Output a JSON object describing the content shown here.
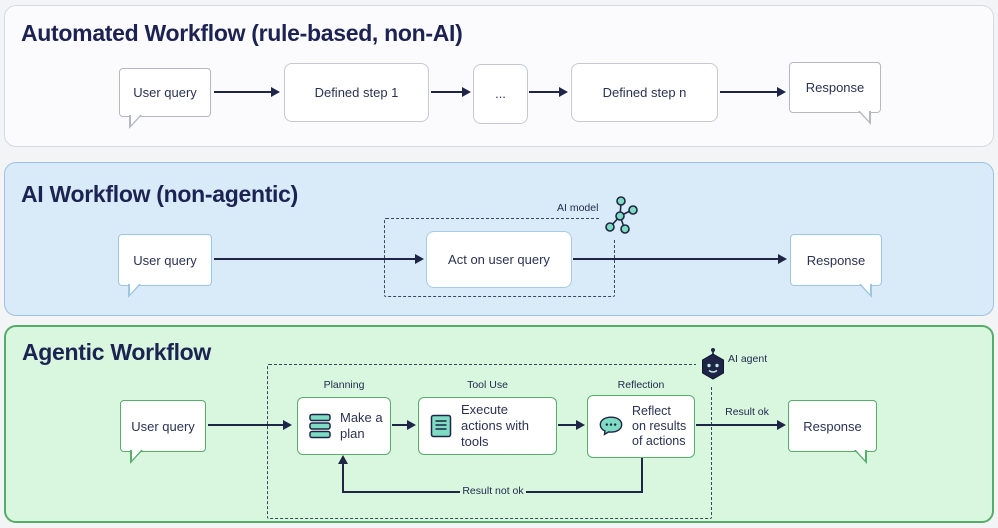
{
  "colors": {
    "navy_line": "#1e2546",
    "title_text": "#1c2352",
    "icon_teal": "#7edcc2",
    "section1_bg": "#fbfbfd",
    "section1_border": "#d8d9de",
    "section2_bg": "#d9eaf8",
    "section2_border": "#9cc3e3",
    "section3_bg": "#d8f7de",
    "section3_border": "#55ad69"
  },
  "sections": {
    "automated": {
      "title": "Automated Workflow (rule-based, non-AI)",
      "user_query": "User query",
      "step1": "Defined step 1",
      "ellipsis": "...",
      "stepn": "Defined step n",
      "response": "Response"
    },
    "ai": {
      "title": "AI Workflow (non-agentic)",
      "user_query": "User query",
      "act": "Act on user query",
      "model_label": "AI model",
      "response": "Response"
    },
    "agentic": {
      "title": "Agentic Workflow",
      "user_query": "User query",
      "planning_label": "Planning",
      "tool_use_label": "Tool Use",
      "reflection_label": "Reflection",
      "agent_label": "AI agent",
      "plan": "Make a plan",
      "execute": "Execute actions with tools",
      "reflect": "Reflect on results of actions",
      "result_ok": "Result ok",
      "result_not_ok": "Result not ok",
      "response": "Response"
    }
  }
}
